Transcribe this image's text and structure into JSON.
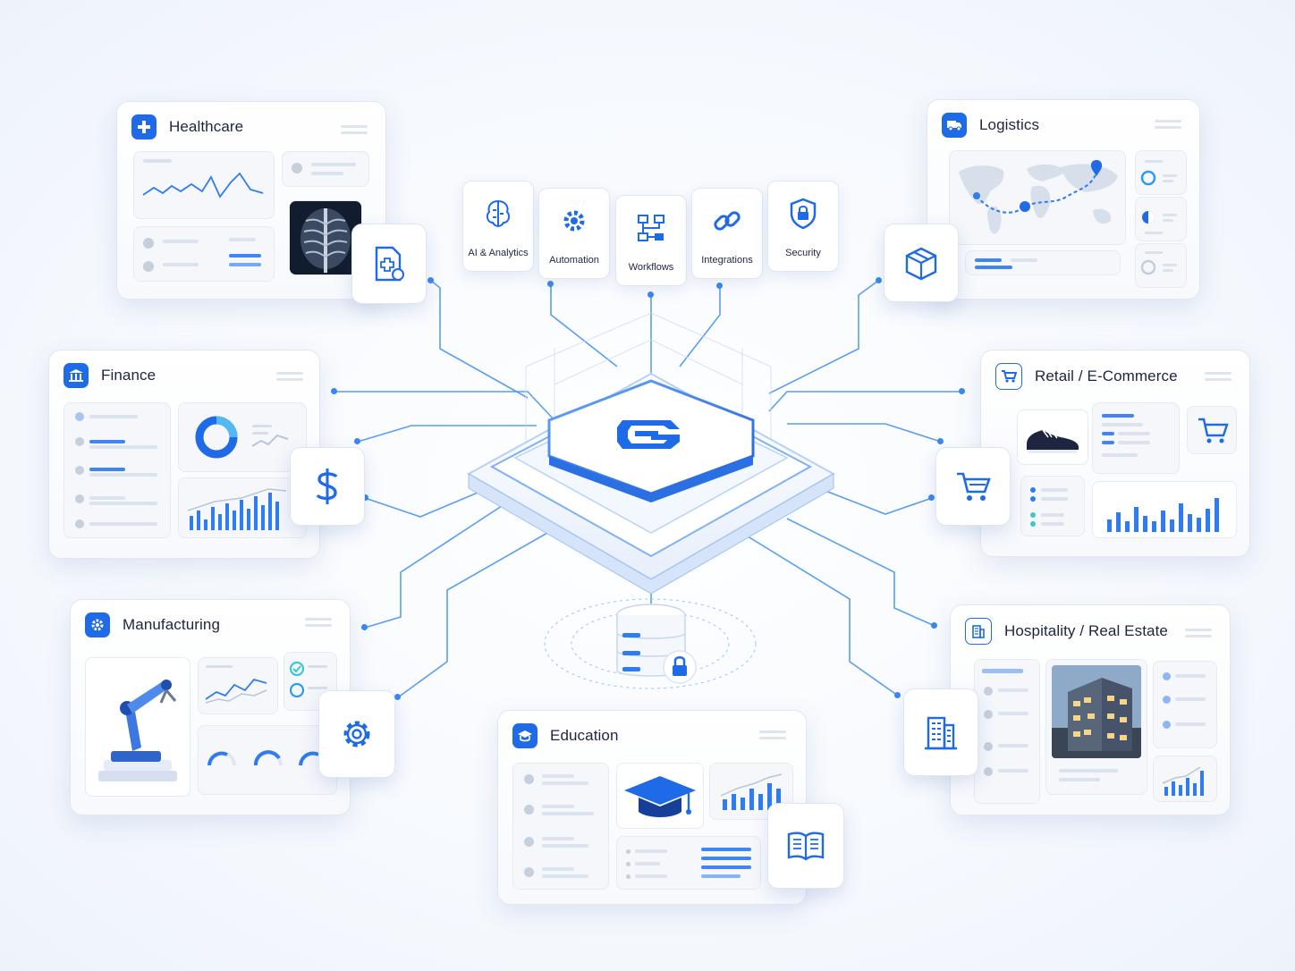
{
  "hub": {
    "logo": "hub-logo-icon"
  },
  "features": [
    {
      "label": "AI & Analytics",
      "icon": "brain-icon"
    },
    {
      "label": "Automation",
      "icon": "gear-icon"
    },
    {
      "label": "Workflows",
      "icon": "workflow-icon"
    },
    {
      "label": "Integrations",
      "icon": "link-icon"
    },
    {
      "label": "Security",
      "icon": "shield-lock-icon"
    }
  ],
  "industries": {
    "healthcare": {
      "title": "Healthcare",
      "icon": "medical-cross-icon",
      "tile_icon": "medical-document-icon"
    },
    "logistics": {
      "title": "Logistics",
      "icon": "truck-icon",
      "tile_icon": "package-icon"
    },
    "finance": {
      "title": "Finance",
      "icon": "bank-icon",
      "tile_icon": "dollar-icon"
    },
    "retail": {
      "title": "Retail / E-Commerce",
      "icon": "shopping-cart-icon",
      "tile_icon": "shopping-cart-icon"
    },
    "manufacturing": {
      "title": "Manufacturing",
      "icon": "gear-icon",
      "tile_icon": "gear-icon"
    },
    "hospitality": {
      "title": "Hospitality / Real Estate",
      "icon": "building-icon",
      "tile_icon": "building-icon"
    },
    "education": {
      "title": "Education",
      "icon": "graduation-cap-icon",
      "tile_icon": "book-icon"
    }
  },
  "database": {
    "icon": "database-lock-icon"
  },
  "colors": {
    "accent": "#1f6ae6",
    "line": "#3a8cf0",
    "card_border": "#e1e7f2"
  }
}
